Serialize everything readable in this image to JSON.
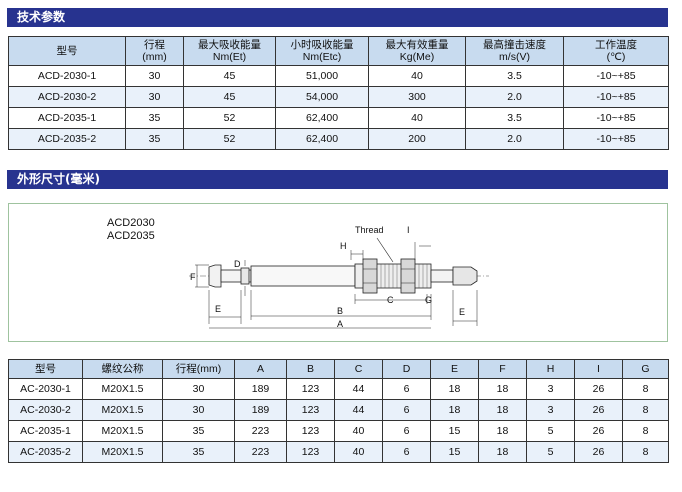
{
  "sections": {
    "tech_params": "技术参数",
    "dimensions": "外形尺寸(毫米)"
  },
  "spec_table": {
    "headers": [
      [
        "型号",
        ""
      ],
      [
        "行程",
        "(mm)"
      ],
      [
        "最大吸收能量",
        "Nm(Et)"
      ],
      [
        "小时吸收能量",
        "Nm(Etc)"
      ],
      [
        "最大有效重量",
        "Kg(Me)"
      ],
      [
        "最高撞击速度",
        "m/s(V)"
      ],
      [
        "工作温度",
        "(℃)"
      ]
    ],
    "rows": [
      [
        "ACD-2030-1",
        "30",
        "45",
        "51,000",
        "40",
        "3.5",
        "-10~+85"
      ],
      [
        "ACD-2030-2",
        "30",
        "45",
        "54,000",
        "300",
        "2.0",
        "-10~+85"
      ],
      [
        "ACD-2035-1",
        "35",
        "52",
        "62,400",
        "40",
        "3.5",
        "-10~+85"
      ],
      [
        "ACD-2035-2",
        "35",
        "52",
        "62,400",
        "200",
        "2.0",
        "-10~+85"
      ]
    ]
  },
  "diagram": {
    "models": [
      "ACD2030",
      "ACD2035"
    ],
    "labels": {
      "thread": "Thread",
      "H": "H",
      "I": "I",
      "D": "D",
      "F": "F",
      "C": "C",
      "G": "G",
      "B": "B",
      "A": "A",
      "E_left": "E",
      "E_right": "E"
    }
  },
  "dim_table": {
    "headers": [
      "型号",
      "螺纹公称",
      "行程(mm)",
      "A",
      "B",
      "C",
      "D",
      "E",
      "F",
      "H",
      "I",
      "G"
    ],
    "rows": [
      [
        "AC-2030-1",
        "M20X1.5",
        "30",
        "189",
        "123",
        "44",
        "6",
        "18",
        "18",
        "3",
        "26",
        "8"
      ],
      [
        "AC-2030-2",
        "M20X1.5",
        "30",
        "189",
        "123",
        "44",
        "6",
        "18",
        "18",
        "3",
        "26",
        "8"
      ],
      [
        "AC-2035-1",
        "M20X1.5",
        "35",
        "223",
        "123",
        "40",
        "6",
        "15",
        "18",
        "5",
        "26",
        "8"
      ],
      [
        "AC-2035-2",
        "M20X1.5",
        "35",
        "223",
        "123",
        "40",
        "6",
        "15",
        "18",
        "5",
        "26",
        "8"
      ]
    ]
  },
  "colors": {
    "section_bar": "#27338f",
    "header_fill": "#c8dbef",
    "alt_row_fill": "#e9f1fa",
    "frame_border": "#9fc39f"
  }
}
